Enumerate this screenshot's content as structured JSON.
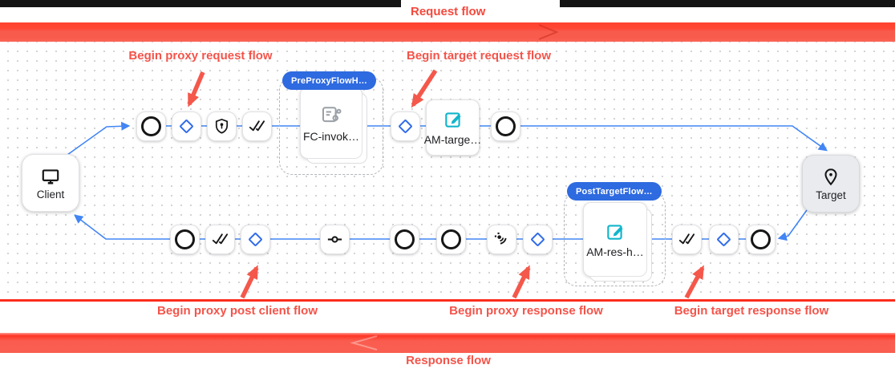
{
  "header": {
    "request_flow_label": "Request flow"
  },
  "footer": {
    "response_flow_label": "Response flow"
  },
  "annotations": {
    "begin_proxy_request": "Begin proxy request flow",
    "begin_target_request": "Begin target request flow",
    "begin_proxy_post_client": "Begin proxy post client flow",
    "begin_proxy_response": "Begin proxy response flow",
    "begin_target_response": "Begin target response flow"
  },
  "flow": {
    "client": {
      "label": "Client",
      "icon": "monitor-icon"
    },
    "target": {
      "label": "Target",
      "icon": "location-pin-icon"
    },
    "pre_proxy_group": {
      "badge": "PreProxyFlowH…",
      "policy": "FC-invok…",
      "policy_icon": "flow-callout-icon"
    },
    "am_target_policy": {
      "label": "AM-targe…",
      "icon": "edit-icon"
    },
    "post_target_group": {
      "badge": "PostTargetFlow…",
      "policy": "AM-res-h…",
      "policy_icon": "edit-icon"
    },
    "request_steps": [
      "circle",
      "diamond",
      "shield-key",
      "double-check",
      "diamond",
      "circle"
    ],
    "response_steps": [
      "circle",
      "double-check",
      "diamond",
      "switch",
      "circle",
      "circle",
      "sensors",
      "diamond",
      "double-check",
      "diamond",
      "circle"
    ]
  },
  "colors": {
    "annotation_red": "#f4544a",
    "edge_blue": "#4285f4",
    "badge_blue": "#2e6ae0",
    "policy_teal": "#12b5cb"
  }
}
